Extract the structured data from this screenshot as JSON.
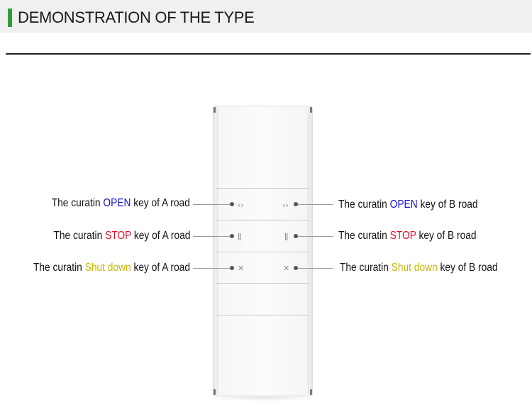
{
  "header": {
    "title": "DEMONSTRATION OF THE TYPE",
    "accent_color": "#2f9e3a"
  },
  "colors": {
    "open": "#1414cc",
    "stop": "#e0102a",
    "shut": "#c8b400"
  },
  "labels": {
    "left": [
      {
        "prefix": "The curatin ",
        "keyword": "OPEN",
        "suffix": " key of A road"
      },
      {
        "prefix": "The curatin ",
        "keyword": "STOP",
        "suffix": " key of A road"
      },
      {
        "prefix": "The curatin ",
        "keyword": "Shut down",
        "suffix": " key of A road"
      }
    ],
    "right": [
      {
        "prefix": "The curatin ",
        "keyword": "OPEN",
        "suffix": " key of B road"
      },
      {
        "prefix": "The curatin ",
        "keyword": "STOP",
        "suffix": " key of B road"
      },
      {
        "prefix": "The curatin ",
        "keyword": "Shut down",
        "suffix": " key of B road"
      }
    ]
  },
  "icons": {
    "open": "chevrons-open-icon",
    "stop": "pause-icon",
    "shut": "close-icon"
  },
  "symbols": {
    "open_a": "‹›",
    "open_b": "‹›",
    "stop": "ǁ",
    "shut": "✕"
  }
}
